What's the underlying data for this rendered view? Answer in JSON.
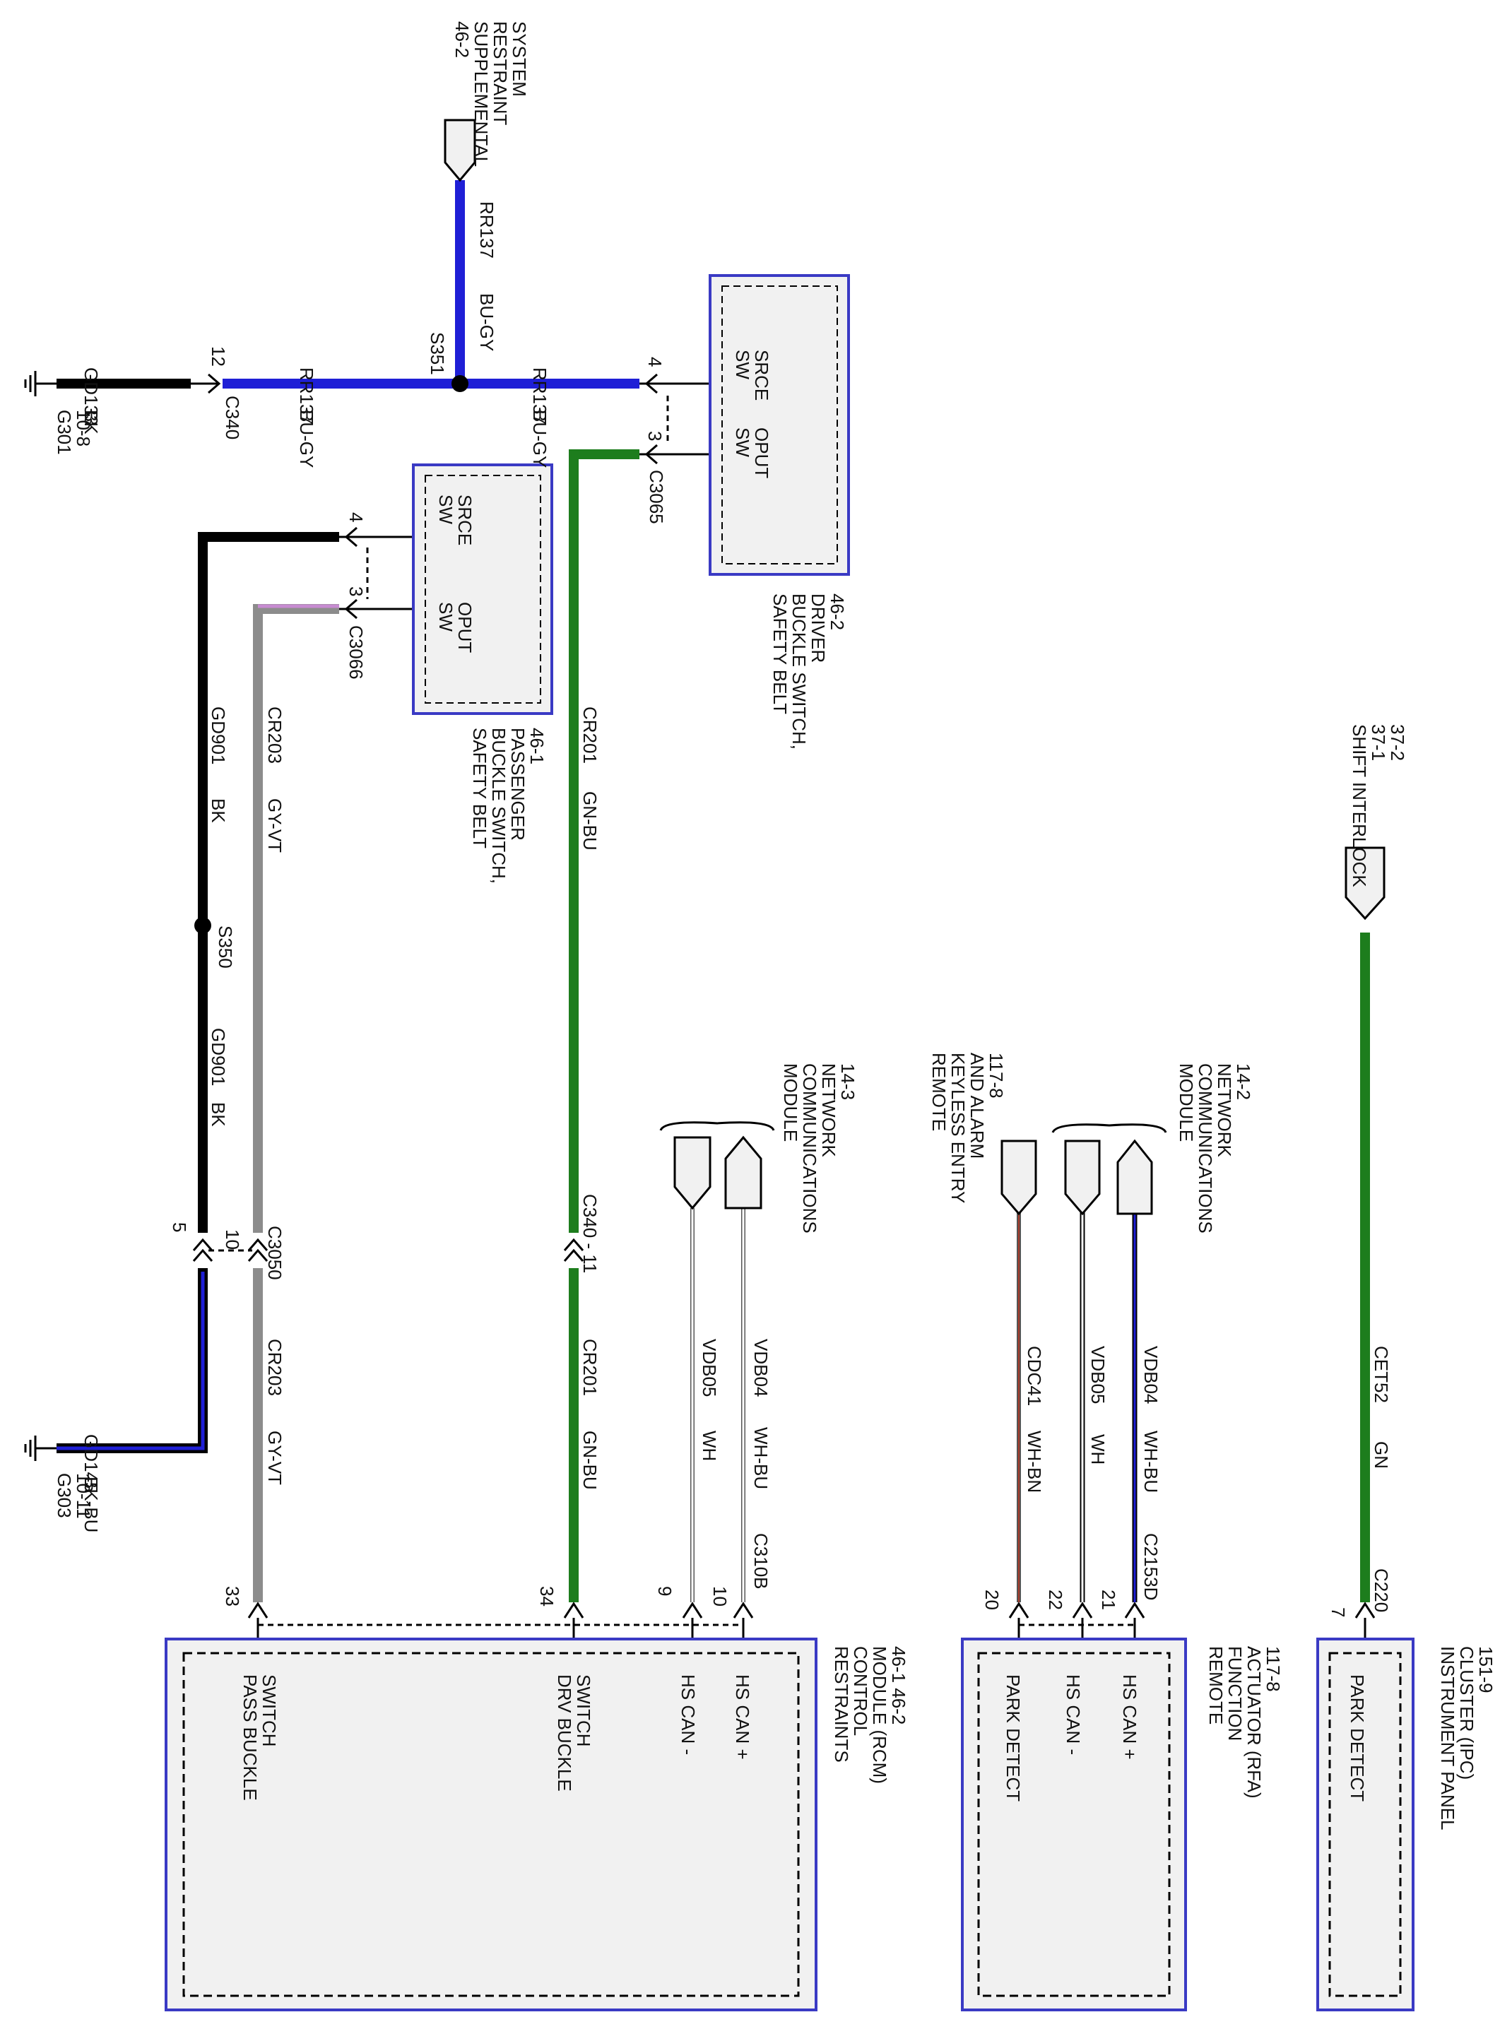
{
  "colors": {
    "blue": "#1f1fd6",
    "green": "#1d7d1d",
    "black": "#000000",
    "gray": "#8c8c8c",
    "violet": "#c78bd1",
    "brown": "#a83a2a",
    "box_border": "#3a3ac4",
    "box_fill": "#f1f1f1"
  },
  "connectors": {
    "srs": "46-2\nSUPPLEMENTAL\nRESTRAINT\nSYSTEM",
    "shift_interlock": "SHIFT INTERLOCK\n37-1\n37-2",
    "mcn_left": "MODULE\nCOMMUNICATIONS\nNETWORK\n14-3",
    "mcn_right": "MODULE\nCOMMUNICATIONS\nNETWORK\n14-2",
    "rke": "REMOTE\nKEYLESS ENTRY\nAND ALARM\n117-8"
  },
  "grounds": {
    "g301": "G301\n10-8",
    "g303": "G303\n10-11"
  },
  "splices": {
    "s351": "S351",
    "s350": "S350"
  },
  "connector_ids": {
    "c340": "C340",
    "c3065": "C3065",
    "c3066": "C3066",
    "c3050": "C3050",
    "c340_11": "C340 - 11",
    "c310b": "C310B",
    "c2153d": "C2153D",
    "c220": "C220"
  },
  "pins": {
    "p12": "12",
    "p4a": "4",
    "p3a": "3",
    "p4b": "4",
    "p3b": "3",
    "p5": "5",
    "p10a": "10",
    "p33": "33",
    "p34": "34",
    "p9": "9",
    "p10b": "10",
    "p20": "20",
    "p22": "22",
    "p21": "21",
    "p7": "7"
  },
  "wires": {
    "gd133": "GD133",
    "gd133_color": "BK",
    "rr137_left": "RR137",
    "rr137_left_color": "BU-GY",
    "rr137_right": "RR137",
    "rr137_right_color": "BU-GY",
    "rr137_vert": "RR137",
    "rr137_vert_color": "BU-GY",
    "cr203_top": "CR203",
    "cr203_top_color": "GY-VT",
    "gd901_top": "GD901",
    "gd901_top_color": "BK",
    "gd901_mid": "GD901",
    "gd901_mid_color": "BK",
    "cr201_top": "CR201",
    "cr201_top_color": "GN-BU",
    "cr203_bot": "CR203",
    "cr203_bot_color": "GY-VT",
    "gd145": "GD145",
    "gd145_color": "BK-BU",
    "cr201_bot": "CR201",
    "cr201_bot_color": "GN-BU",
    "vdb05_a": "VDB05",
    "vdb05_a_color": "WH",
    "vdb04_a": "VDB04",
    "vdb04_a_color": "WH-BU",
    "cdc41": "CDC41",
    "cdc41_color": "WH-BN",
    "vdb05_b": "VDB05",
    "vdb05_b_color": "WH",
    "vdb04_b": "VDB04",
    "vdb04_b_color": "WH-BU",
    "cet52": "CET52",
    "cet52_color": "GN"
  },
  "components": {
    "driver_switch": {
      "srce": "SW\nSRCE",
      "oput": "SW\nOPUT",
      "title": "SAFETY BELT\nBUCKLE SWITCH,\nDRIVER\n46-2"
    },
    "passenger_switch": {
      "srce": "SW\nSRCE",
      "oput": "SW\nOPUT",
      "title": "SAFETY BELT\nBUCKLE SWITCH,\nPASSENGER\n46-1"
    },
    "rcm": {
      "title": "RESTRAINTS\nCONTROL\nMODULE (RCM)\n46-1  46-2",
      "pass": "PASS BUCKLE\nSWITCH",
      "drv": "DRV BUCKLE\nSWITCH",
      "canm": "HS CAN -",
      "canp": "HS CAN +"
    },
    "rfa": {
      "title": "REMOTE\nFUNCTION\nACTUATOR (RFA)\n117-8",
      "park": "PARK DETECT",
      "canm": "HS CAN -",
      "canp": "HS CAN +"
    },
    "ipc": {
      "title": "INSTRUMENT PANEL\nCLUSTER (IPC)\n151-9",
      "park": "PARK DETECT"
    }
  }
}
